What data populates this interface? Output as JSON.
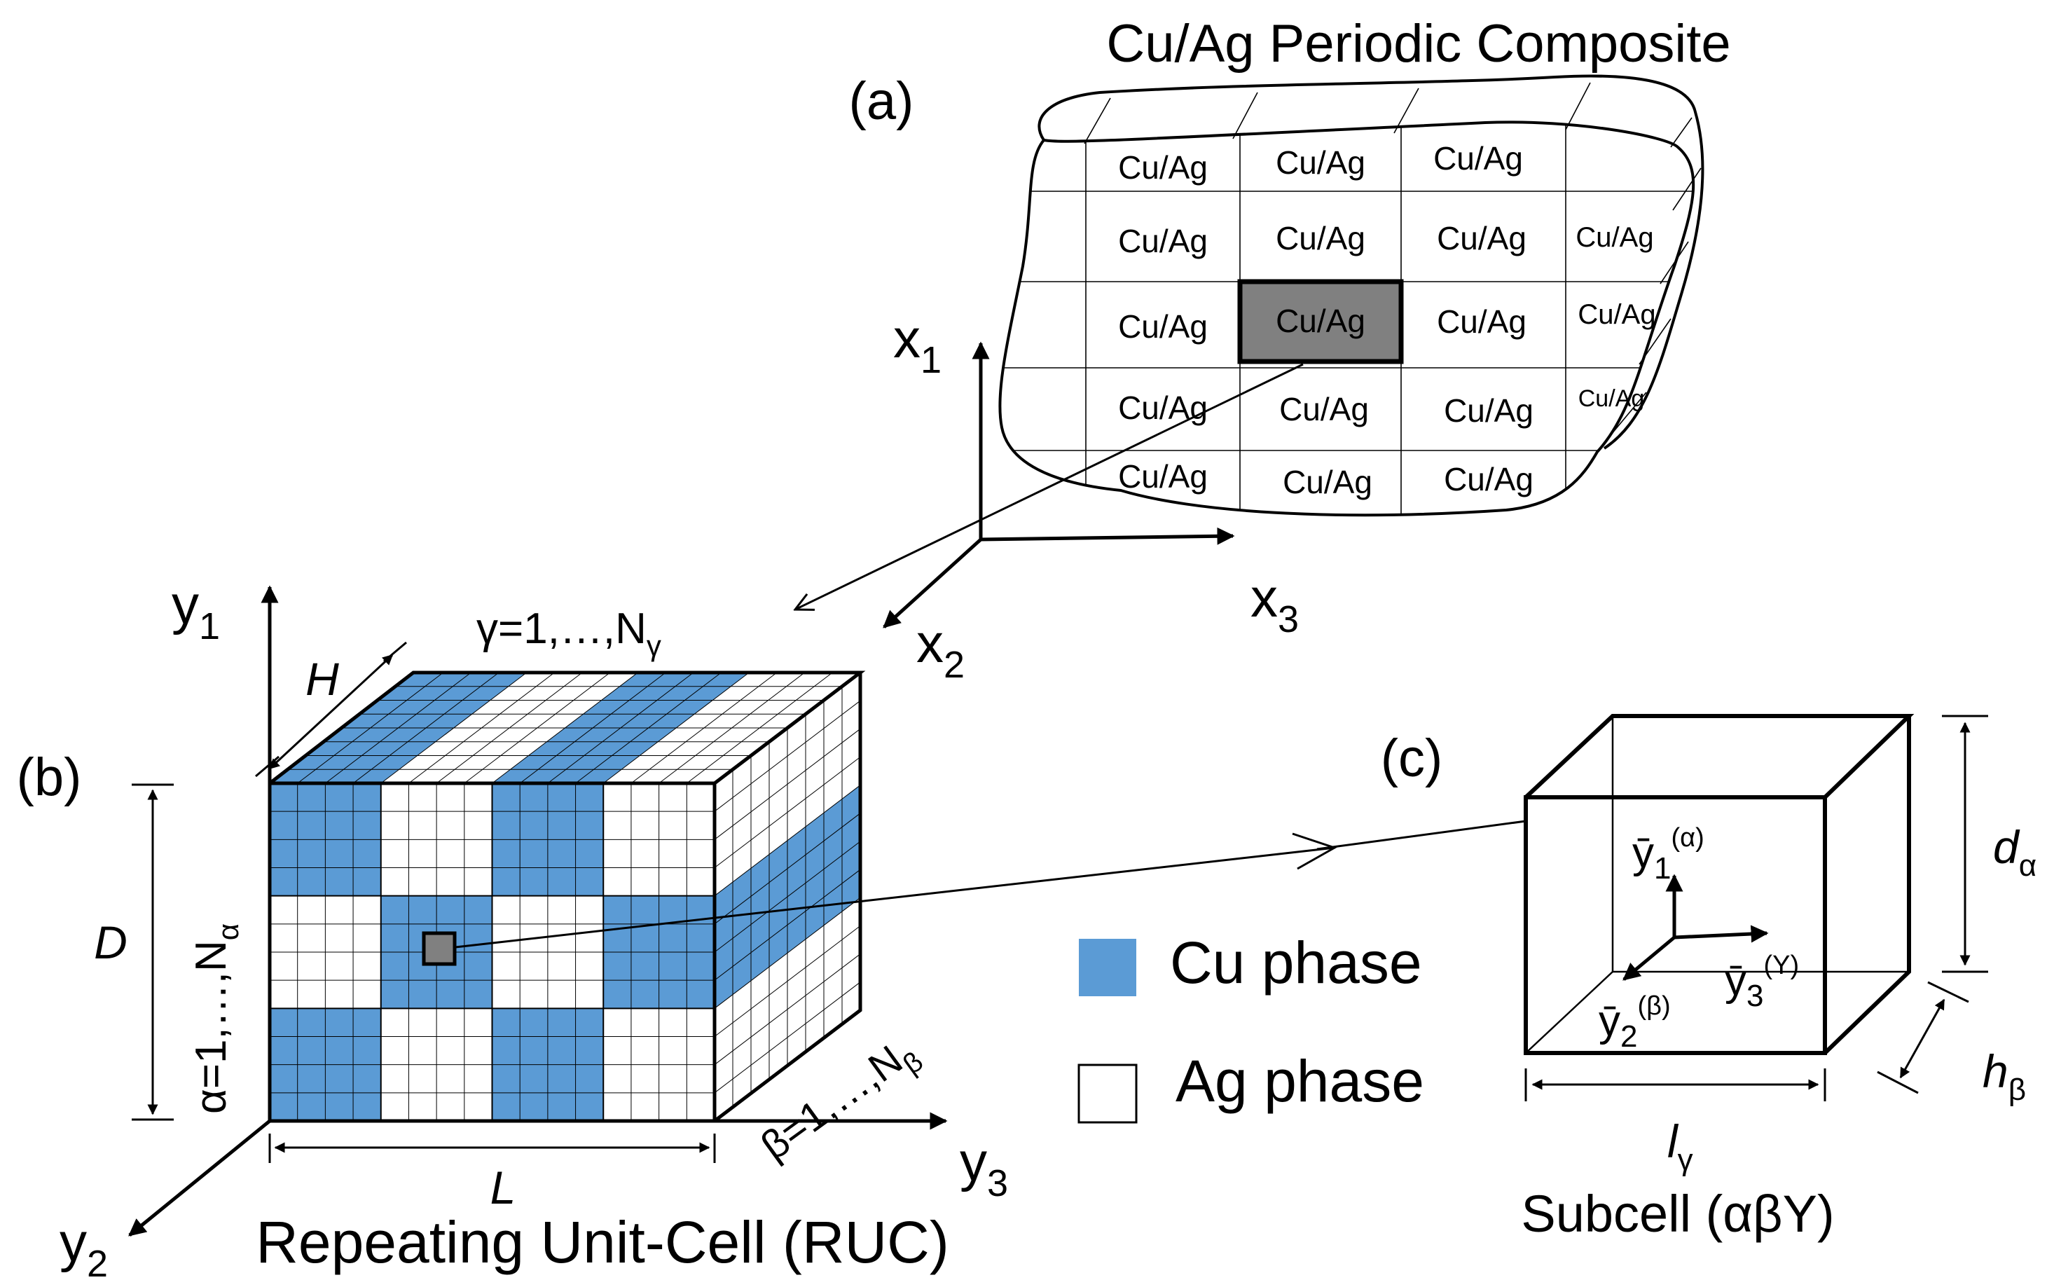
{
  "title": "Cu/Ag Periodic Composite",
  "panel_labels": {
    "a": "(a)",
    "b": "(b)",
    "c": "(c)"
  },
  "composite": {
    "rows": [
      [
        "Cu/Ag",
        "Cu/Ag",
        "Cu/Ag",
        ""
      ],
      [
        "Cu/Ag",
        "Cu/Ag",
        "Cu/Ag",
        "Cu/Ag"
      ],
      [
        "Cu/Ag",
        "Cu/Ag",
        "Cu/Ag",
        "Cu/Ag"
      ],
      [
        "Cu/Ag",
        "Cu/Ag",
        "Cu/Ag",
        "Cu/Ag"
      ],
      [
        "Cu/Ag",
        "Cu/Ag",
        "Cu/Ag",
        ""
      ]
    ],
    "highlight": {
      "row": 2,
      "col": 1,
      "fill": "#808080"
    }
  },
  "global_axes": {
    "x1": {
      "base": "x",
      "sub": "1"
    },
    "x2": {
      "base": "x",
      "sub": "2"
    },
    "x3": {
      "base": "x",
      "sub": "3"
    }
  },
  "ruc": {
    "caption": "Repeating Unit-Cell (RUC)",
    "axes": {
      "y1": {
        "base": "y",
        "sub": "1"
      },
      "y2": {
        "base": "y",
        "sub": "2"
      },
      "y3": {
        "base": "y",
        "sub": "3"
      }
    },
    "dims": {
      "H": "H",
      "D": "D",
      "L": "L"
    },
    "index_labels": {
      "gamma": {
        "base": "γ=1,…,N",
        "sub": "γ"
      },
      "alpha": {
        "base": "α=1,…,N",
        "sub": "α"
      },
      "beta": {
        "base": "β=1,…,N",
        "sub": "β"
      }
    },
    "front_pattern": [
      [
        "Cu",
        "Ag",
        "Cu",
        "Ag"
      ],
      [
        "Ag",
        "Cu",
        "Ag",
        "Cu"
      ],
      [
        "Cu",
        "Ag",
        "Cu",
        "Ag"
      ]
    ],
    "top_pattern": [
      "Cu",
      "Ag",
      "Cu",
      "Ag"
    ],
    "side_pattern": [
      "Ag",
      "Cu",
      "Ag"
    ]
  },
  "legend": [
    {
      "label": "Cu phase",
      "color": "#5b9bd5"
    },
    {
      "label": "Ag phase",
      "color": "#ffffff"
    }
  ],
  "subcell": {
    "caption": "Subcell (αβΥ)",
    "axes": {
      "y1": {
        "base": "ȳ",
        "sub": "1",
        "sup": "(α)"
      },
      "y2": {
        "base": "ȳ",
        "sub": "2",
        "sup": "(β)"
      },
      "y3": {
        "base": "ȳ",
        "sub": "3",
        "sup": "(Υ)"
      }
    },
    "dims": {
      "d": {
        "base": "d",
        "sub": "α"
      },
      "h": {
        "base": "h",
        "sub": "β"
      },
      "l": {
        "base": "l",
        "sub": "γ"
      }
    }
  },
  "colors": {
    "cu": "#5b9bd5",
    "ag": "#ffffff",
    "highlight": "#808080",
    "line": "#000000"
  }
}
